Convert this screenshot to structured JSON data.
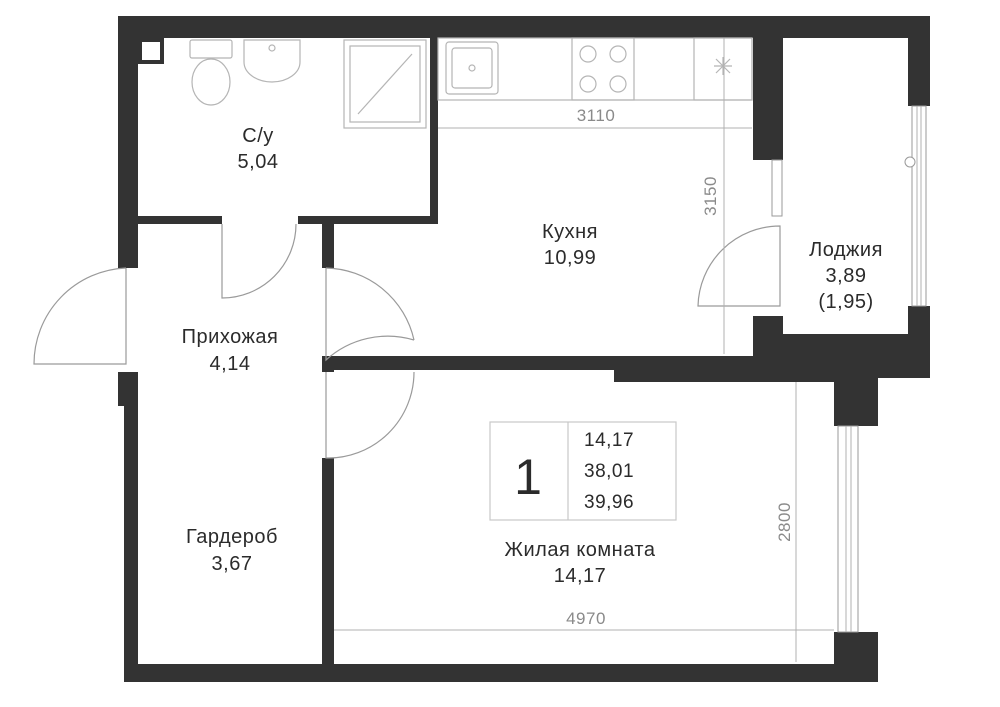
{
  "colors": {
    "wall": "#333333",
    "text": "#2b2b2b",
    "dimension": "#8a8a8a",
    "fixture": "#b5b5b5"
  },
  "rooms": [
    {
      "id": "bathroom",
      "name": "С/у",
      "area": "5,04"
    },
    {
      "id": "kitchen",
      "name": "Кухня",
      "area": "10,99"
    },
    {
      "id": "loggia",
      "name": "Лоджия",
      "area": "3,89",
      "area_reduced": "(1,95)"
    },
    {
      "id": "hallway",
      "name": "Прихожая",
      "area": "4,14"
    },
    {
      "id": "wardrobe",
      "name": "Гардероб",
      "area": "3,67"
    },
    {
      "id": "living",
      "name": "Жилая комната",
      "area": "14,17"
    }
  ],
  "dimensions": {
    "kitchen_width": "3110",
    "kitchen_depth": "3150",
    "living_depth": "2800",
    "living_width": "4970"
  },
  "summary": {
    "rooms_count": "1",
    "living_area": "14,17",
    "usable_area": "38,01",
    "total_area": "39,96"
  },
  "fixtures": [
    "toilet",
    "washbasin",
    "shower",
    "sink",
    "stove",
    "boiler"
  ]
}
